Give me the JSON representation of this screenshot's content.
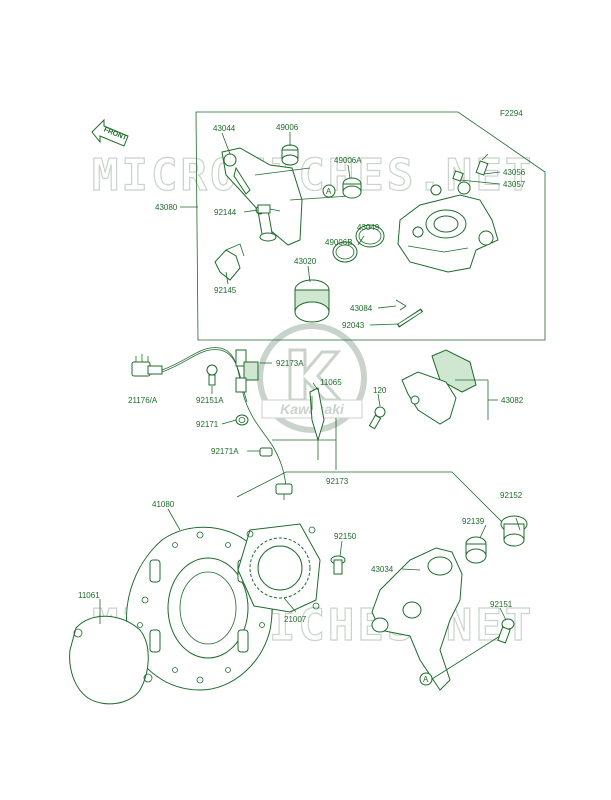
{
  "diagram_id": "F2294",
  "front_label": "FRONT",
  "watermark": "MICROFICHES.NET",
  "logo_text": "Kawasaki",
  "ref_marker": "A",
  "colors": {
    "line": "#1d6b2a",
    "fill": "#cfe6d0",
    "watermark": "#c9d3cb"
  },
  "parts": {
    "p43044": "43044",
    "p49006": "49006",
    "p49006A": "49006A",
    "p43056": "43056",
    "p43057": "43057",
    "p43080": "43080",
    "p92144": "92144",
    "p49006B": "49006B",
    "p43049": "43049",
    "p43020": "43020",
    "p92145": "92145",
    "p43084": "43084",
    "p92043": "92043",
    "p92173A": "92173A",
    "p11065": "11065",
    "p120": "120",
    "p21176A": "21176/A",
    "p92151A": "92151A",
    "p43082": "43082",
    "p92171": "92171",
    "p92171A": "92171A",
    "p92173": "92173",
    "p41080": "41080",
    "p92152": "92152",
    "p92139": "92139",
    "p92150": "92150",
    "p43034": "43034",
    "p11061": "11061",
    "p21007": "21007",
    "p92151": "92151"
  }
}
